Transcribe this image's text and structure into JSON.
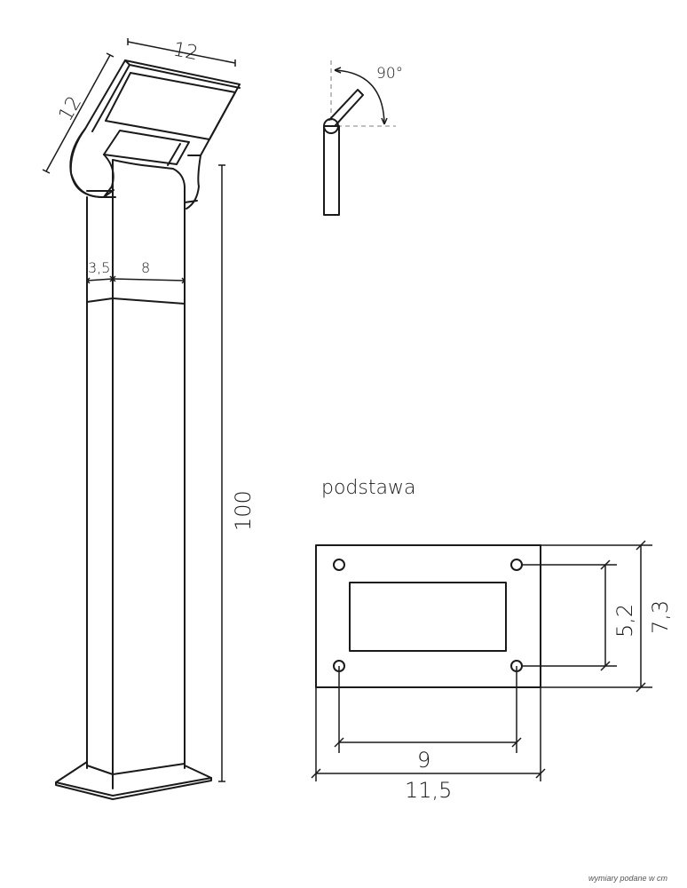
{
  "drawing": {
    "lamp": {
      "head_width_label": "12",
      "head_depth_label": "12",
      "pole_side_label": "3,5",
      "pole_front_label": "8",
      "height_label": "100"
    },
    "tilt": {
      "angle_label": "90°"
    },
    "base": {
      "title": "podstawa",
      "hole_spacing_vertical_label": "5,2",
      "plate_height_label": "7,3",
      "hole_spacing_horizontal_label": "9",
      "plate_width_label": "11,5"
    },
    "footnote": "wymiary podane w cm",
    "colors": {
      "line": "#1a1a1a",
      "dashed": "#9a9a9a",
      "background": "#ffffff"
    }
  }
}
